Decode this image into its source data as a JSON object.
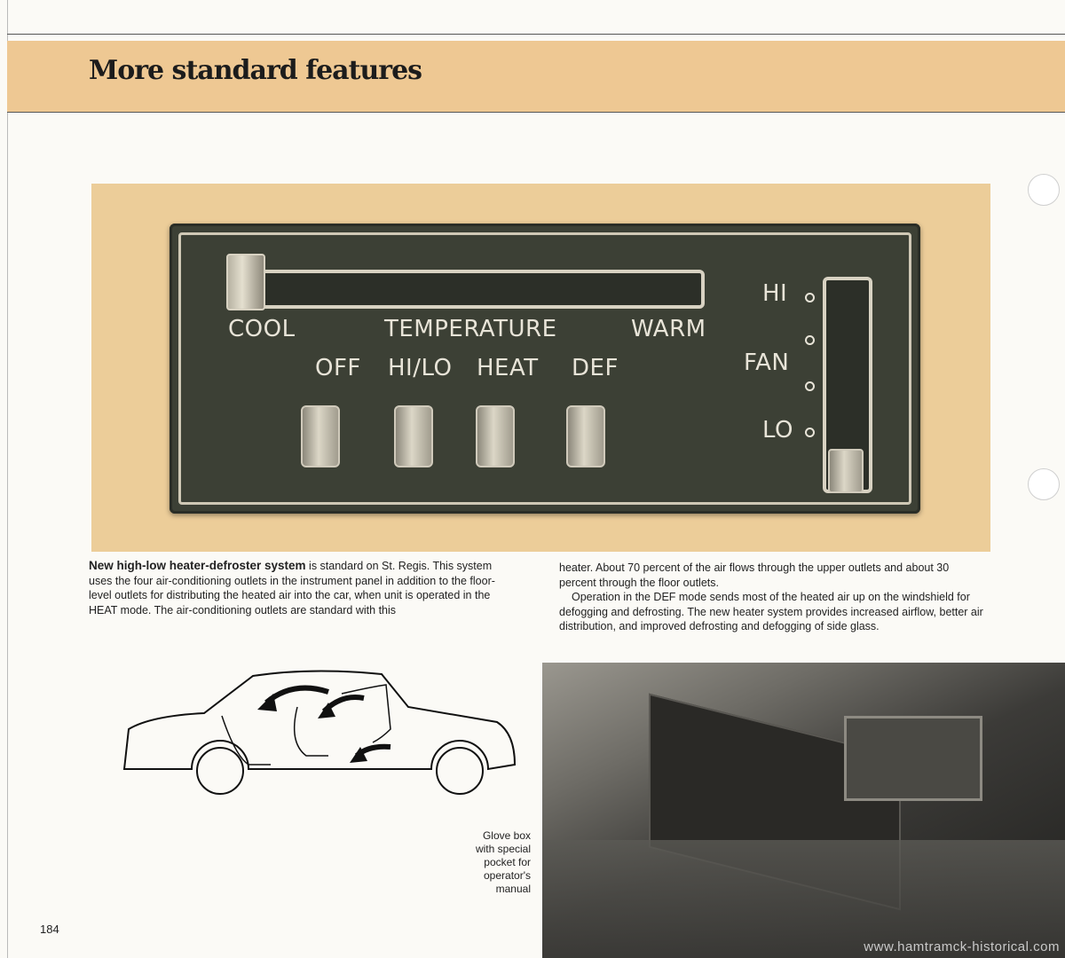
{
  "page": {
    "header_title": "More standard features",
    "page_number": "184",
    "watermark": "www.hamtramck-historical.com"
  },
  "control_panel": {
    "temp_left": "COOL",
    "temp_center": "TEMPERATURE",
    "temp_right": "WARM",
    "modes": [
      "OFF",
      "HI/LO",
      "HEAT",
      "DEF"
    ],
    "fan_hi": "HI",
    "fan_mid": "FAN",
    "fan_lo": "LO"
  },
  "article": {
    "lead": "New high-low heater-defroster system",
    "col1_rest": " is standard on St. Regis. This system uses the four air-conditioning outlets in the instrument panel in addition to the floor-level outlets for distributing the heated air into the car, when unit is operated in the HEAT mode. The air-conditioning outlets are standard with this",
    "col2_p1": "heater. About 70 percent of the air flows through the upper outlets and about 30 percent through the floor outlets.",
    "col2_p2": "Operation in the DEF mode sends most of the heated air up on the windshield for defogging and defrosting. The new heater system provides increased airflow, better air distribution, and improved defrosting and defogging of side glass."
  },
  "glove_box": {
    "caption": "Glove box with special pocket for operator's manual"
  },
  "colors": {
    "header_band": "#eec893",
    "photo_backdrop": "#eccd99",
    "console": "#3c4035",
    "console_label": "#e8e4d8"
  }
}
